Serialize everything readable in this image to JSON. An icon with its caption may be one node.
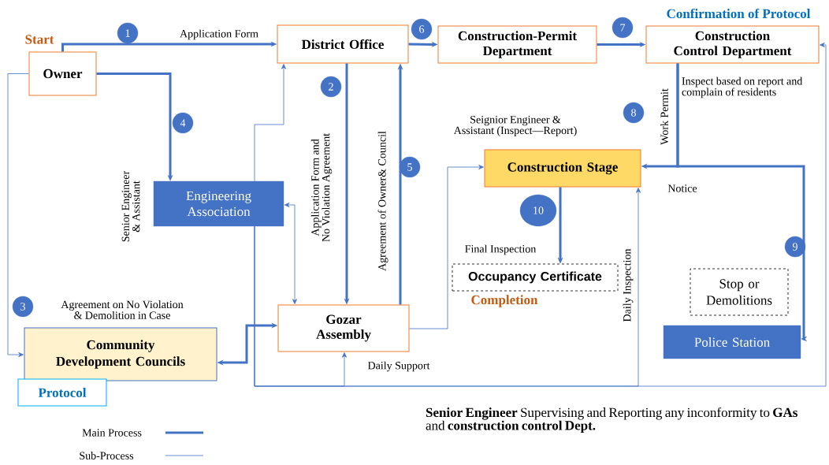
{
  "diagram": {
    "nodes": [
      {
        "text": [
          "Owner"
        ],
        "beside": [
          "Start"
        ]
      },
      {
        "text": [
          "District Office"
        ]
      },
      {
        "text": [
          "Construction-Permit Department"
        ]
      },
      {
        "text": [
          "Construction Control Department"
        ],
        "beside": [
          "Confirmation of Protocol"
        ]
      },
      {
        "text": [
          "Engineering Association"
        ]
      },
      {
        "text": [
          "Construction Stage"
        ]
      },
      {
        "text": [
          "Occupancy Certificate"
        ],
        "beside": [
          "Completion"
        ]
      },
      {
        "text": [
          "Gozar Assembly"
        ]
      },
      {
        "text": [
          "Community Development Councils"
        ]
      },
      {
        "text": [
          "Protocol"
        ]
      },
      {
        "text": [
          "Stop or Demolitions"
        ]
      },
      {
        "text": [
          "Police Station"
        ]
      },
      {
        "text": [
          "1"
        ]
      },
      {
        "text": [
          "2"
        ]
      },
      {
        "text": [
          "3"
        ]
      },
      {
        "text": [
          "4"
        ]
      },
      {
        "text": [
          "5"
        ]
      },
      {
        "text": [
          "6"
        ]
      },
      {
        "text": [
          "7"
        ]
      },
      {
        "text": [
          "8"
        ]
      },
      {
        "text": [
          "9"
        ]
      },
      {
        "text": [
          "10"
        ]
      }
    ],
    "edges": [
      {
        "from": 0,
        "to": 1,
        "arrow": "to",
        "label": "Application Form"
      },
      {
        "from": 1,
        "to": 7,
        "arrow": "to",
        "label": "Application Form and No Violation Agreement"
      },
      {
        "from": 7,
        "to": 1,
        "arrow": "to",
        "label": "Agreement of Owner& Council"
      },
      {
        "from": 0,
        "to": 4,
        "arrow": "to",
        "label": "Senior Engineer & Assistant"
      },
      {
        "from": 0,
        "to": 8,
        "arrow": "to"
      },
      {
        "from": 8,
        "to": 7,
        "arrow": "both"
      },
      {
        "from": 1,
        "to": 2,
        "arrow": "to"
      },
      {
        "from": 2,
        "to": 3,
        "arrow": "to"
      },
      {
        "from": 3,
        "to": 5,
        "arrow": "to",
        "label": "Work Permit"
      },
      {
        "from": 3,
        "to": 11,
        "arrow": "to",
        "label": "Notice"
      },
      {
        "from": 5,
        "to": 6,
        "arrow": "to",
        "label": "Final Inspection"
      },
      {
        "from": 7,
        "to": 5,
        "arrow": "to"
      },
      {
        "from": 4,
        "to": 7,
        "arrow": "both"
      },
      {
        "from": 4,
        "to": 1,
        "arrow": "to"
      },
      {
        "from": 4,
        "to": 7,
        "arrow": "to",
        "label": "Daily Support"
      },
      {
        "from": 4,
        "to": 5,
        "arrow": "to",
        "label": "Daily Inspection"
      },
      {
        "from": 4,
        "to": 3,
        "arrow": "to"
      }
    ],
    "labels": [
      "Agreement on No Violation & Demolition in Case",
      "Seignior Engineer & Assistant (Inspect—Report)",
      "Inspect based on report and complain of residents",
      "**Senior Engineer** Supervising and Reporting any inconformity to **GAs** and **construction control Dept.**"
    ],
    "legend": [
      {
        "text": "Main Process"
      },
      {
        "text": "Sub-Process"
      }
    ]
  }
}
